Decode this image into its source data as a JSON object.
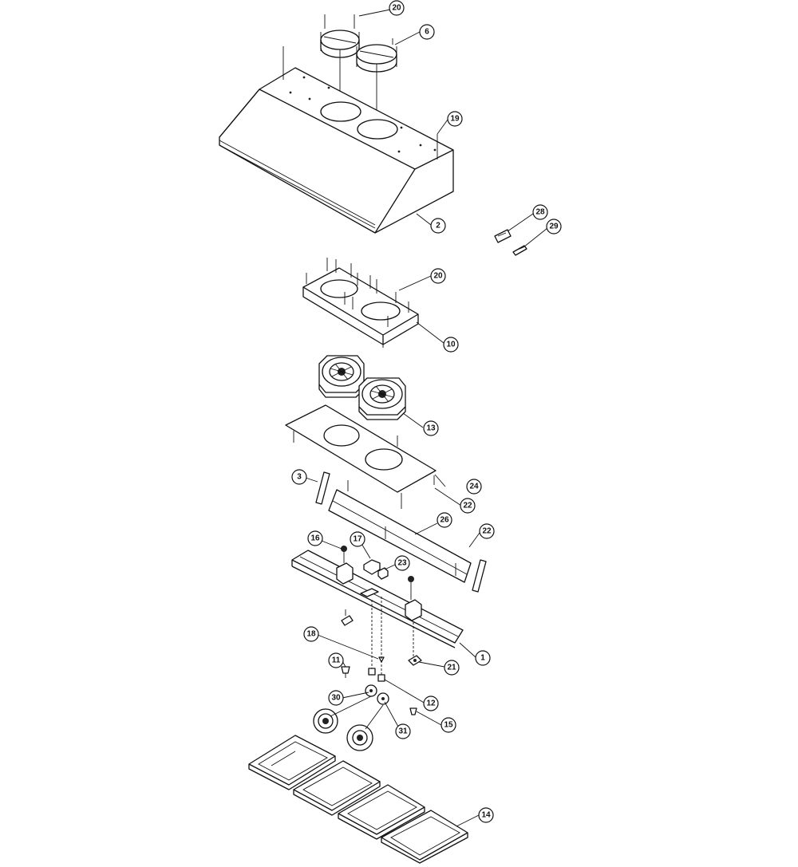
{
  "callouts": [
    {
      "id": "c20a",
      "label": "20"
    },
    {
      "id": "c6",
      "label": "6"
    },
    {
      "id": "c19",
      "label": "19"
    },
    {
      "id": "c2",
      "label": "2"
    },
    {
      "id": "c28",
      "label": "28"
    },
    {
      "id": "c29",
      "label": "29"
    },
    {
      "id": "c20b",
      "label": "20"
    },
    {
      "id": "c10",
      "label": "10"
    },
    {
      "id": "c13",
      "label": "13"
    },
    {
      "id": "c3",
      "label": "3"
    },
    {
      "id": "c24",
      "label": "24"
    },
    {
      "id": "c22a",
      "label": "22"
    },
    {
      "id": "c26",
      "label": "26"
    },
    {
      "id": "c22b",
      "label": "22"
    },
    {
      "id": "c16",
      "label": "16"
    },
    {
      "id": "c17",
      "label": "17"
    },
    {
      "id": "c23",
      "label": "23"
    },
    {
      "id": "c1",
      "label": "1"
    },
    {
      "id": "c18",
      "label": "18"
    },
    {
      "id": "c11",
      "label": "11"
    },
    {
      "id": "c21",
      "label": "21"
    },
    {
      "id": "c30",
      "label": "30"
    },
    {
      "id": "c12",
      "label": "12"
    },
    {
      "id": "c31",
      "label": "31"
    },
    {
      "id": "c15",
      "label": "15"
    },
    {
      "id": "c14",
      "label": "14"
    }
  ]
}
